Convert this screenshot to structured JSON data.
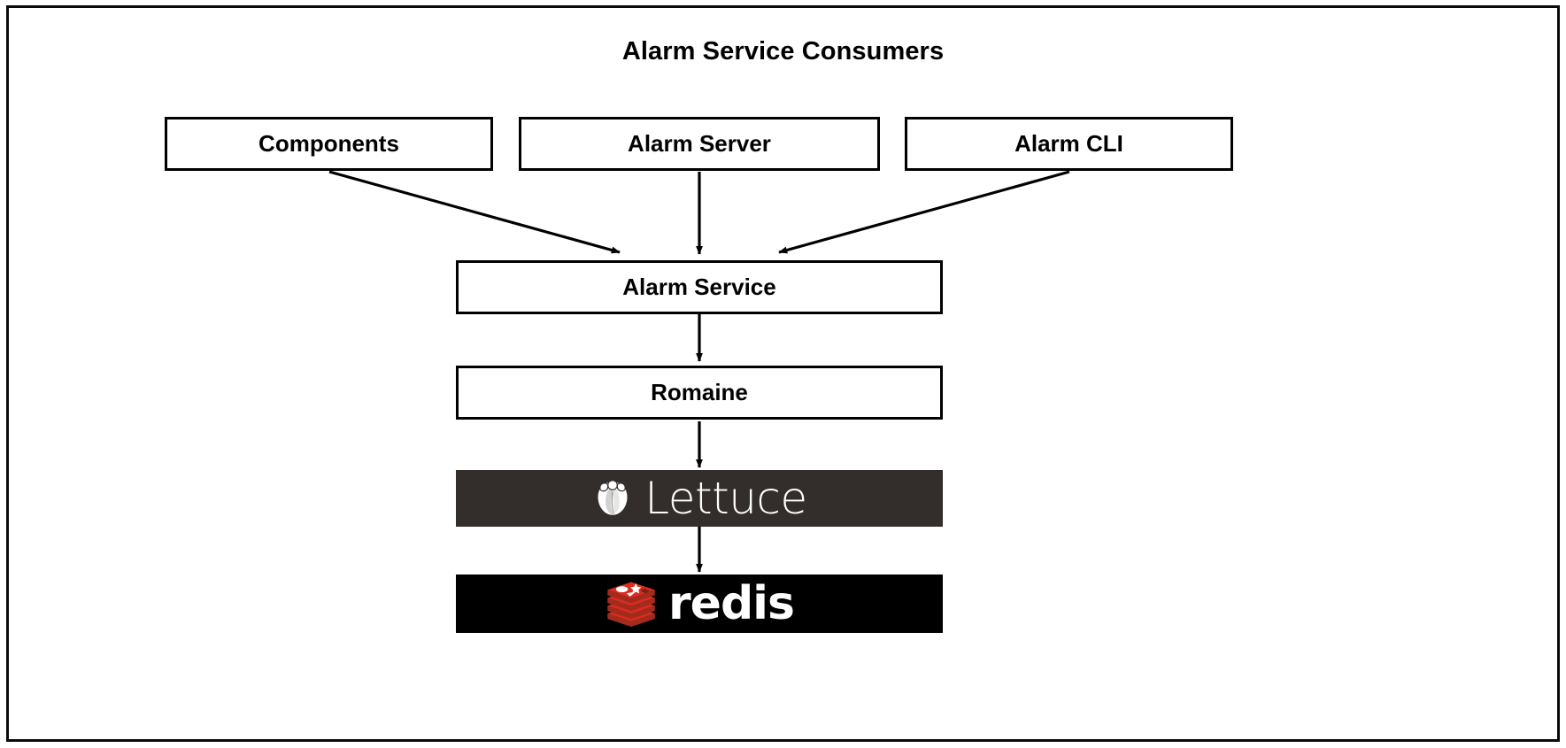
{
  "diagram": {
    "title": "Alarm Service Consumers",
    "frame_border_color": "#0a0a0a",
    "background": "#ffffff"
  },
  "nodes": {
    "components": {
      "label": "Components"
    },
    "alarm_server": {
      "label": "Alarm Server"
    },
    "alarm_cli": {
      "label": "Alarm CLI"
    },
    "alarm_service": {
      "label": "Alarm Service"
    },
    "romaine": {
      "label": "Romaine"
    },
    "lettuce": {
      "label": "Lettuce",
      "icon": "lettuce-leaf-icon",
      "background": "#332e2b",
      "text_color": "#ffffff"
    },
    "redis": {
      "label": "redis",
      "icon": "redis-stack-icon",
      "background": "#000000",
      "text_color": "#ffffff",
      "accent": "#d82c20"
    }
  },
  "edges": [
    {
      "from": "components",
      "to": "alarm_service",
      "style": "arrow"
    },
    {
      "from": "alarm_server",
      "to": "alarm_service",
      "style": "arrow"
    },
    {
      "from": "alarm_cli",
      "to": "alarm_service",
      "style": "arrow"
    },
    {
      "from": "alarm_service",
      "to": "romaine",
      "style": "arrow"
    },
    {
      "from": "romaine",
      "to": "lettuce",
      "style": "arrow"
    },
    {
      "from": "lettuce",
      "to": "redis",
      "style": "arrow"
    }
  ]
}
